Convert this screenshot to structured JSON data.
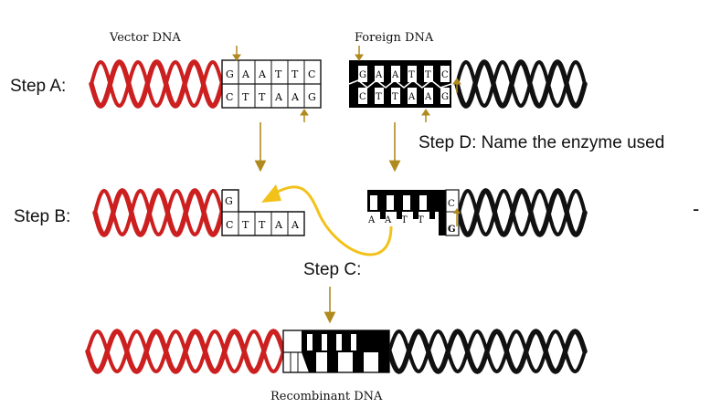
{
  "labels": {
    "vector_dna": "Vector DNA",
    "foreign_dna": "Foreign DNA",
    "recombinant_dna": "Recombinant DNA",
    "step_a": "Step A:",
    "step_b": "Step B:",
    "step_c": "Step C:",
    "step_d": "Step D: Name the enzyme used",
    "dash": "-"
  },
  "sequences": {
    "vector_top": [
      "G",
      "A",
      "A",
      "T",
      "T",
      "C"
    ],
    "vector_bottom": [
      "C",
      "T",
      "T",
      "A",
      "A",
      "G"
    ],
    "foreign_top": [
      "G",
      "A",
      "A",
      "T",
      "T",
      "C"
    ],
    "foreign_bottom": [
      "C",
      "T",
      "T",
      "A",
      "A",
      "G"
    ],
    "step_b_vector_top": [
      "G"
    ],
    "step_b_vector_bottom": [
      "C",
      "T",
      "T",
      "A",
      "A"
    ],
    "step_b_foreign_top": [
      "A",
      "A",
      "T",
      "T"
    ],
    "step_b_foreign_right": [
      "C",
      "G"
    ]
  },
  "colors": {
    "vector_strand": "#cc1f1f",
    "foreign_strand": "#111111",
    "arrow": "#b08a1e",
    "curved_arrow": "#f2c21a",
    "text": "#111111"
  }
}
